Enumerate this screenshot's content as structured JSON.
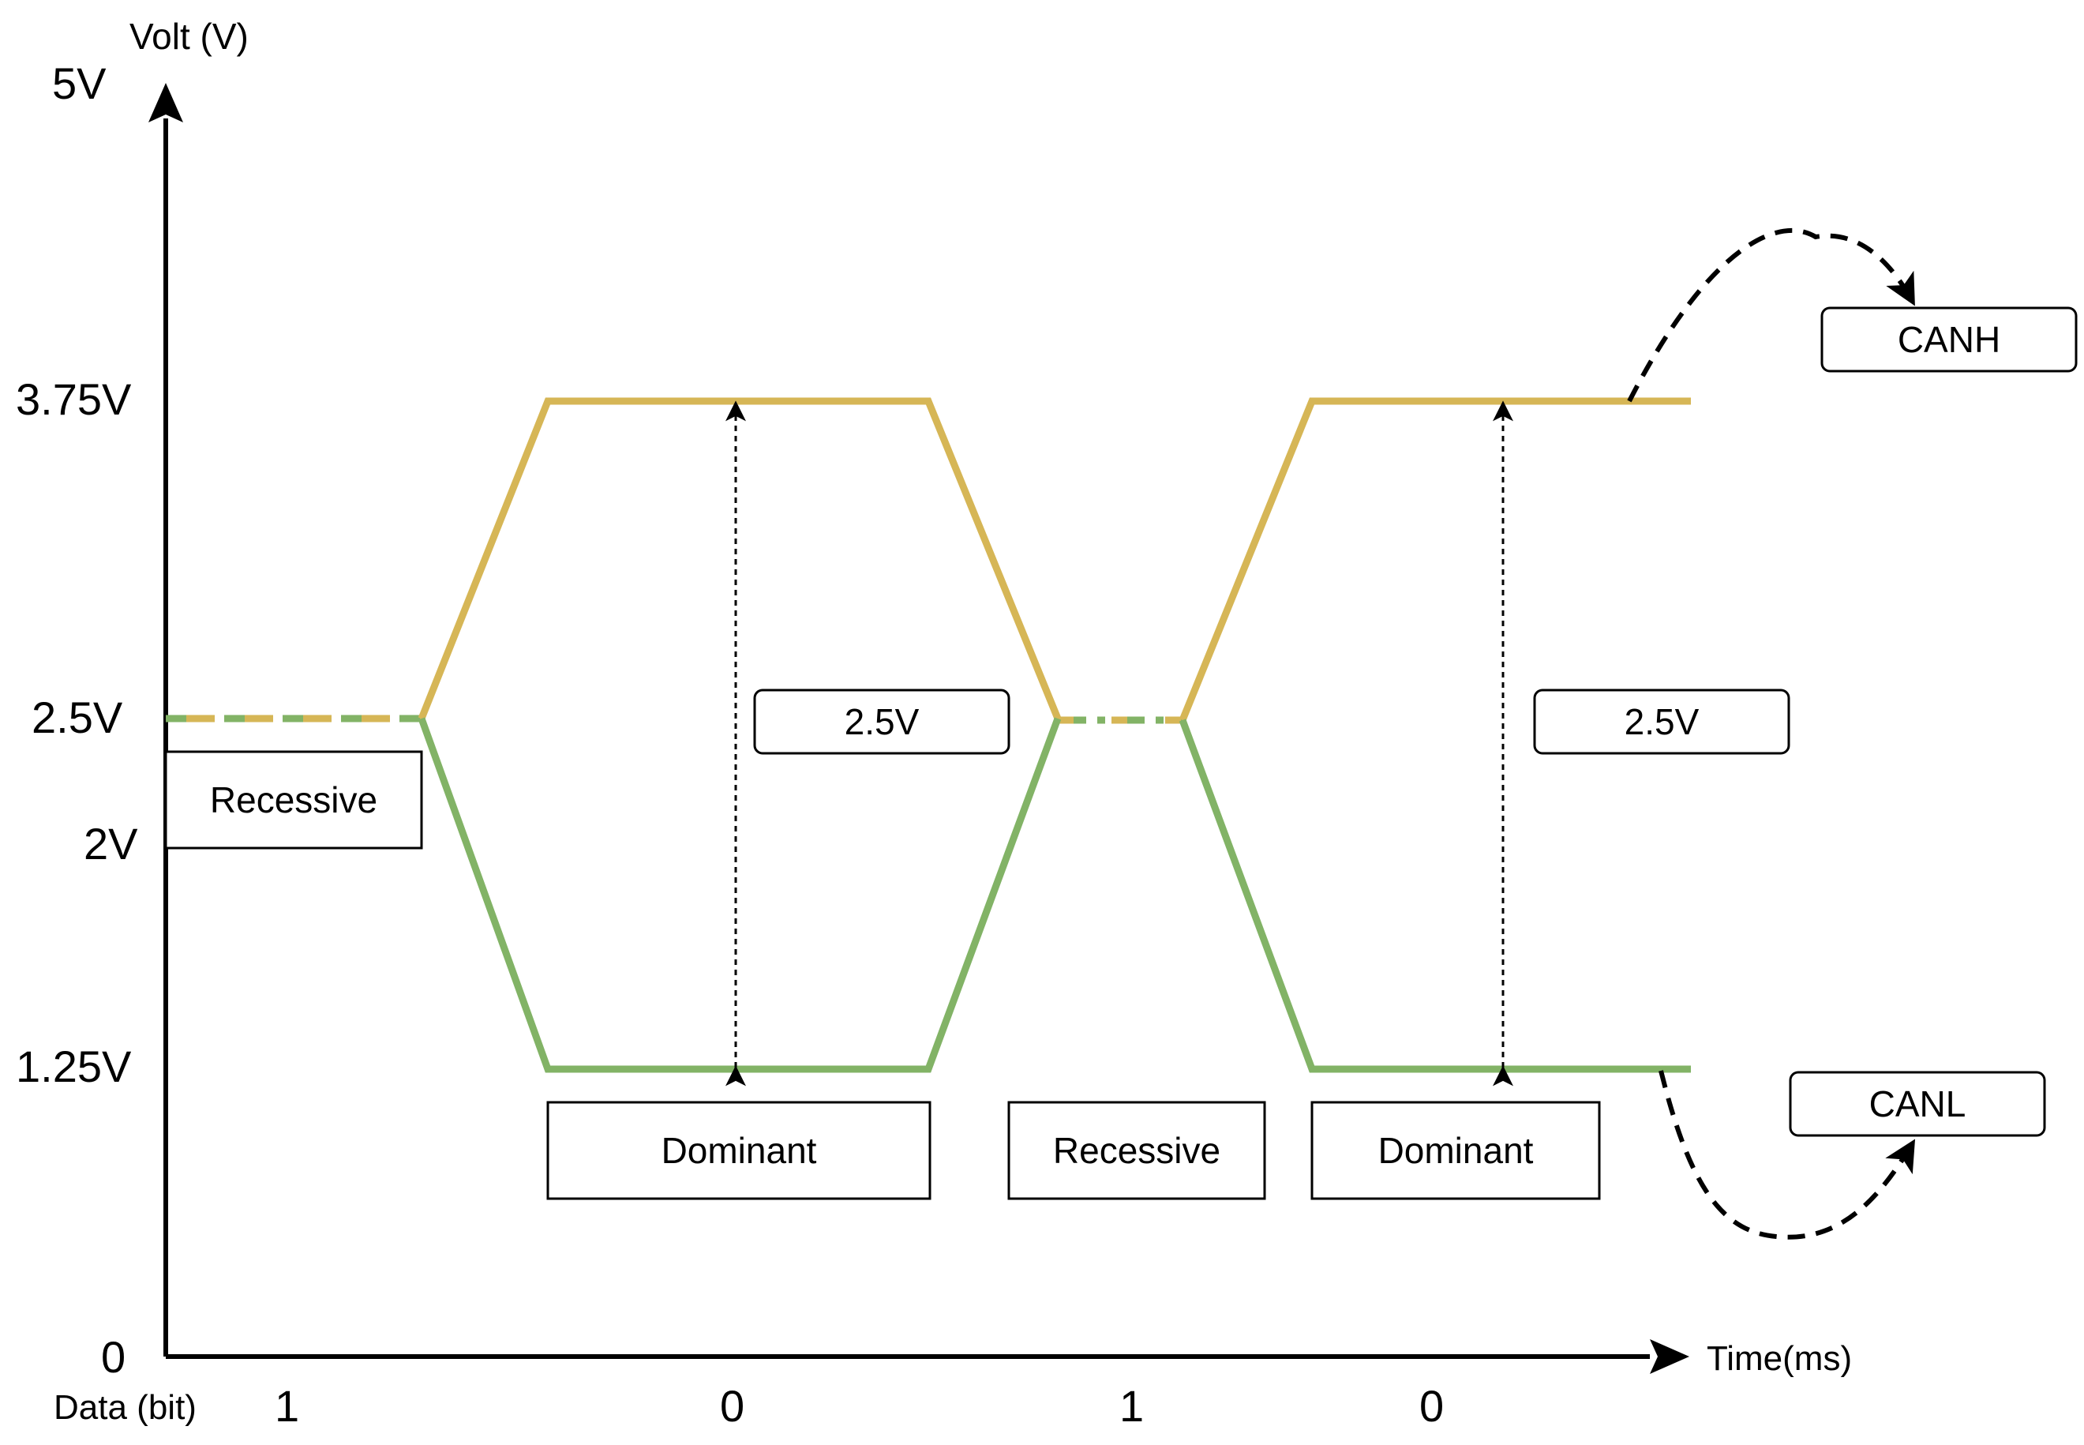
{
  "axis": {
    "y_title": "Volt (V)",
    "x_title": "Time(ms)",
    "y_ticks": [
      "5V",
      "3.75V",
      "2.5V",
      "2V",
      "1.25V",
      "0"
    ]
  },
  "data_row": {
    "label": "Data (bit)",
    "bits": [
      "1",
      "0",
      "1",
      "0"
    ]
  },
  "states": {
    "recessive_1": "Recessive",
    "dominant_1": "Dominant",
    "recessive_2": "Recessive",
    "dominant_2": "Dominant"
  },
  "differential": {
    "label_1": "2.5V",
    "label_2": "2.5V"
  },
  "signals": {
    "canh": "CANH",
    "canl": "CANL"
  },
  "colors": {
    "canh": "#D6B656",
    "canl": "#82B366",
    "axis": "#000000"
  }
}
